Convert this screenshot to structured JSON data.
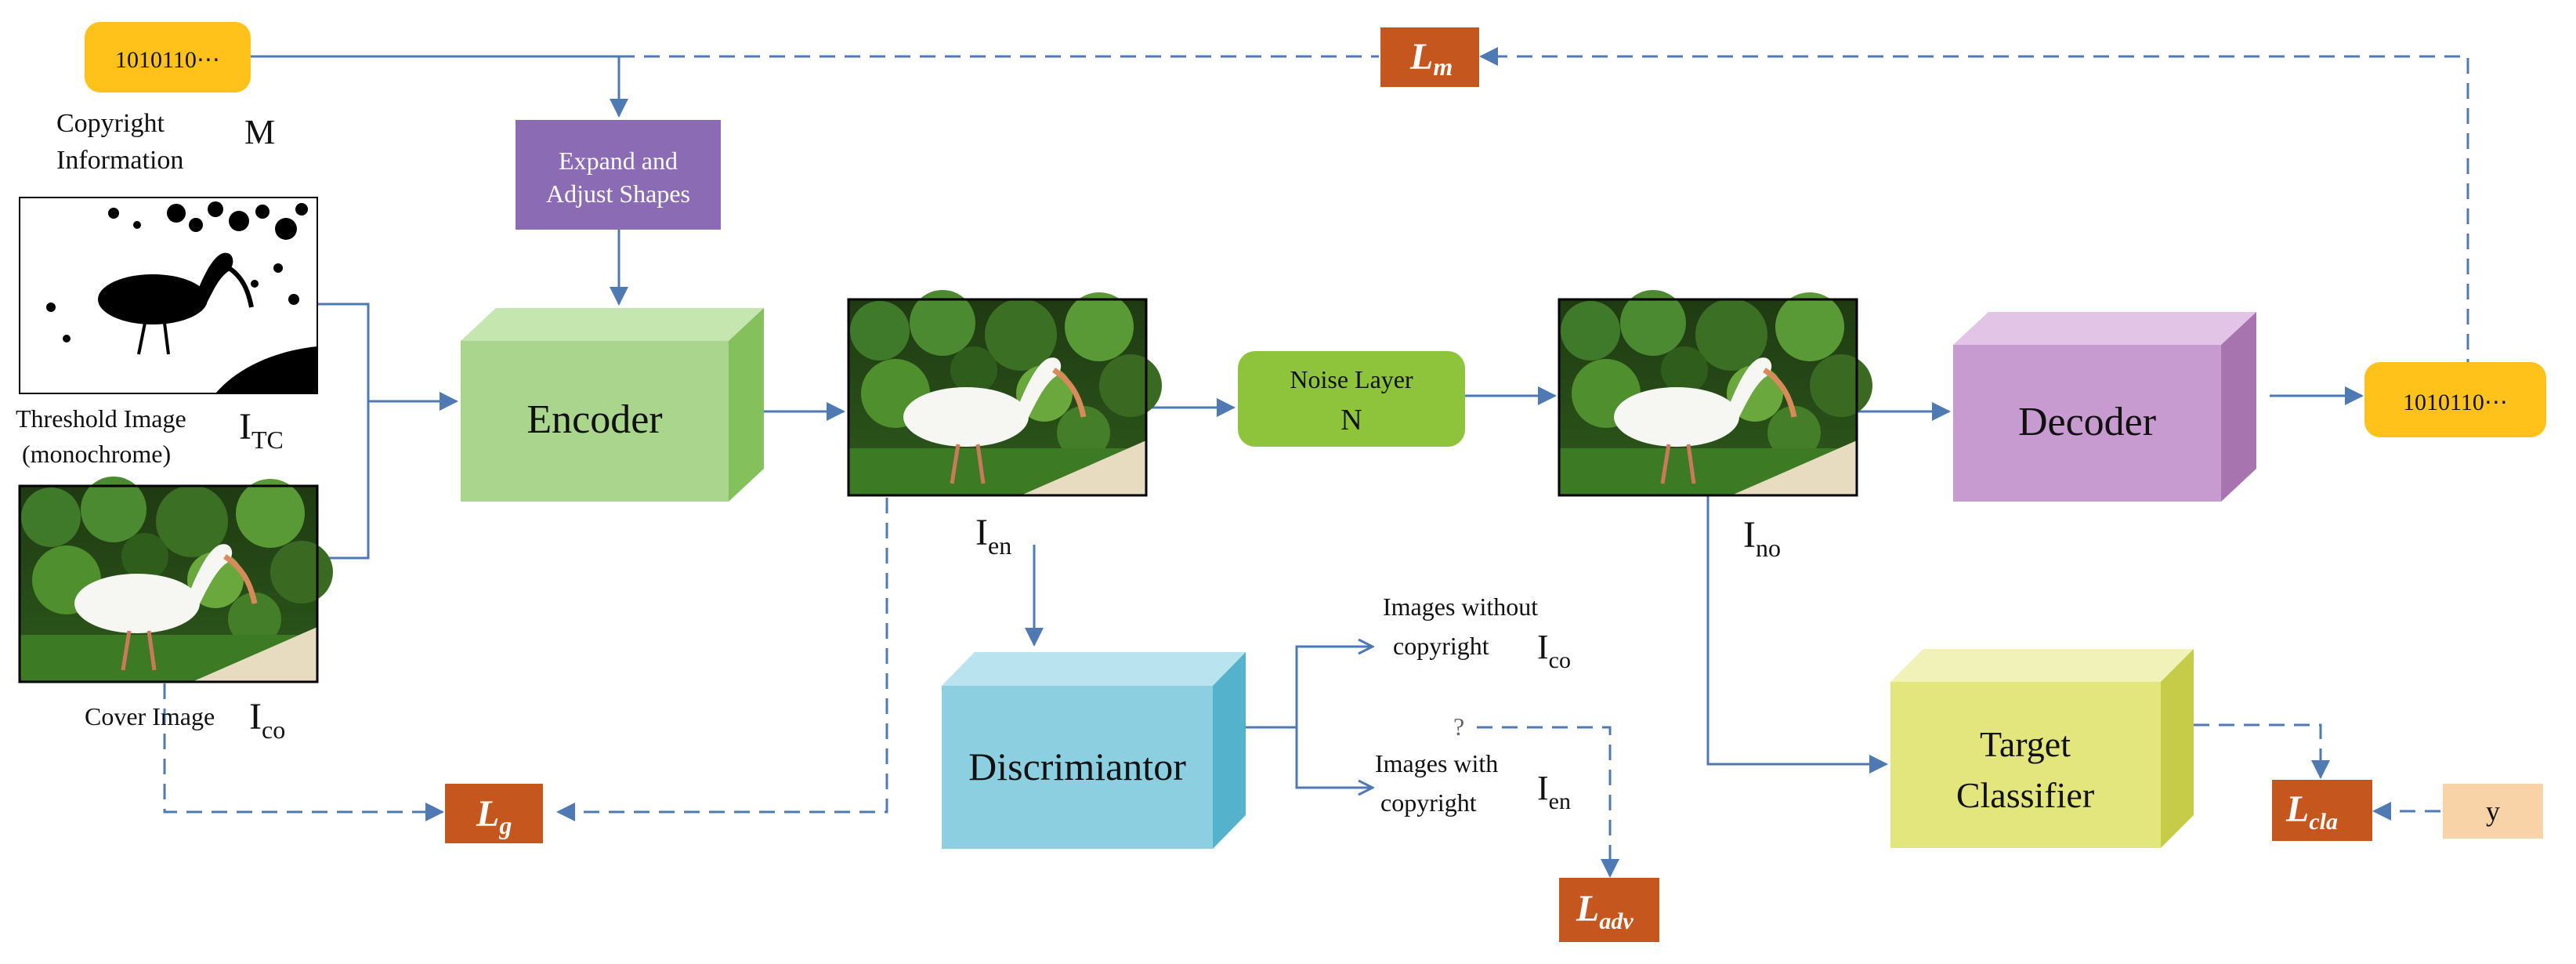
{
  "colors": {
    "arrow": "#4f79b3",
    "bits_box": "#ffc21a",
    "expand_box": "#8c6bb5",
    "encoder_box": "#a9d58c",
    "noise_box": "#8dc43c",
    "decoder_box": "#c89bd0",
    "discriminator_box": "#8ccfe0",
    "classifier_box": "#e2e67c",
    "loss_box": "#c5561d",
    "y_box": "#f9d3a8"
  },
  "icons": {
    "threshold_image": "black-white-ibis-silhouette",
    "photo": "white-ibis-in-foliage-photo"
  },
  "nodes": {
    "message_in": "1010110⋯",
    "message_out": "1010110⋯",
    "copyright_info_line1": "Copyright",
    "copyright_info_line2": "Information",
    "copyright_symbol": "M",
    "expand_line1": "Expand and",
    "expand_line2": "Adjust Shapes",
    "threshold_line1": "Threshold Image",
    "threshold_line2": "(monochrome)",
    "threshold_symbol_main": "I",
    "threshold_symbol_sub": "TC",
    "cover_label": "Cover Image",
    "cover_symbol_main": "I",
    "cover_symbol_sub": "co",
    "encoder": "Encoder",
    "encoded_symbol_main": "I",
    "encoded_symbol_sub": "en",
    "noise_line1": "Noise Layer",
    "noise_line2": "N",
    "noised_symbol_main": "I",
    "noised_symbol_sub": "no",
    "decoder": "Decoder",
    "discriminator": "Discrimiantor",
    "classifier_line1": "Target",
    "classifier_line2": "Classifier",
    "without_line1": "Images without",
    "without_line2": "copyright",
    "without_symbol_main": "I",
    "without_symbol_sub": "co",
    "with_line1": "Images with",
    "with_line2": "copyright",
    "with_symbol_main": "I",
    "with_symbol_sub": "en",
    "question_mark": "?",
    "y_label": "y"
  },
  "losses": {
    "lm_main": "L",
    "lm_sub": "m",
    "lg_main": "L",
    "lg_sub": "g",
    "ladv_main": "L",
    "ladv_sub": "adv",
    "lcla_main": "L",
    "lcla_sub": "cla"
  }
}
